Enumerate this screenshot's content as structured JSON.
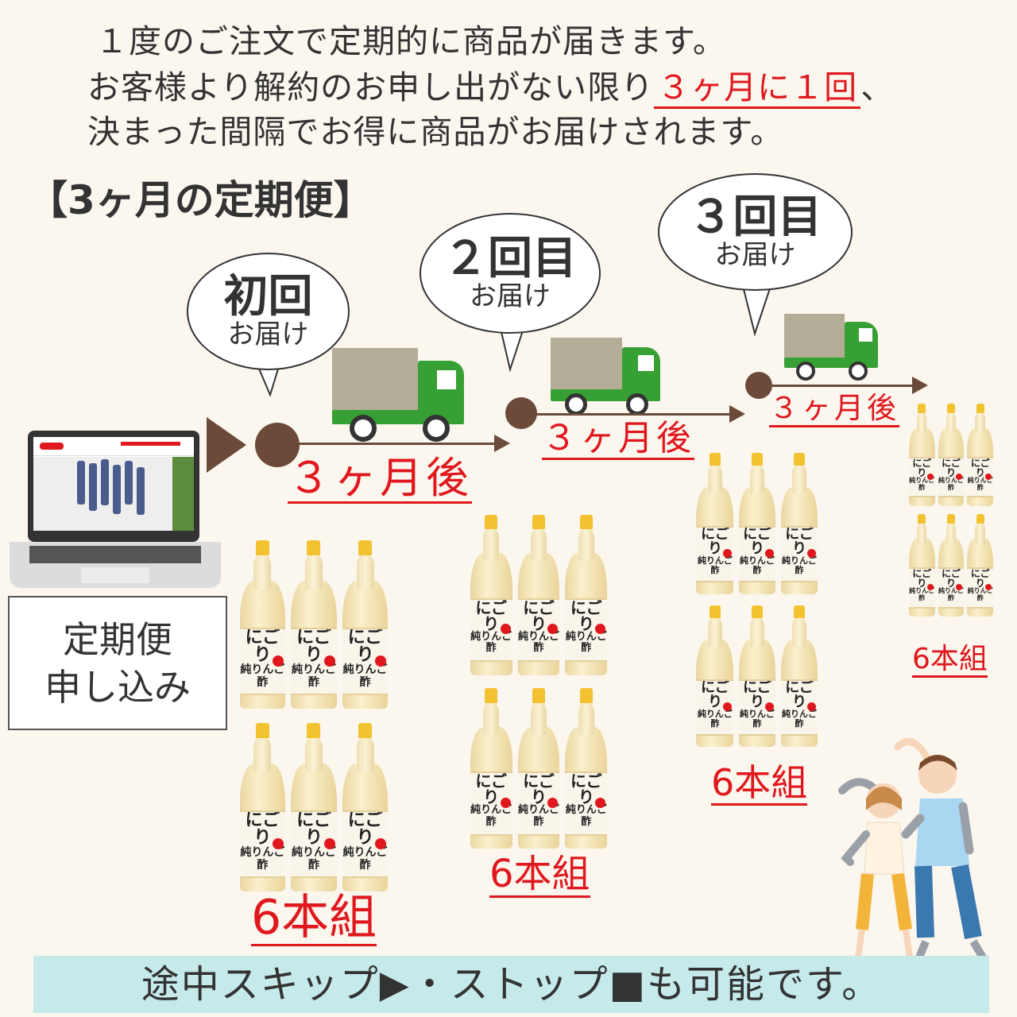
{
  "intro": {
    "line1": "１度のご注文で定期的に商品が届きます。",
    "line2_pre": "お客様より解約のお申し出がない限り",
    "line2_highlight": "３ヶ月に１回",
    "line2_post": "、",
    "line3": "決まった間隔でお得に商品がお届けされます。"
  },
  "heading": "【3ヶ月の定期便】",
  "deliveries": [
    {
      "title": "初回",
      "subtitle": "お届け",
      "interval": "３ヶ月後",
      "set_label": "6本組"
    },
    {
      "title": "２回目",
      "subtitle": "お届け",
      "interval": "３ヶ月後",
      "set_label": "6本組"
    },
    {
      "title": "３回目",
      "subtitle": "お届け",
      "interval": "３ヶ月後",
      "set_label": "6本組"
    },
    {
      "set_label": "6本組"
    }
  ],
  "product": {
    "label_line1": "にごり",
    "label_line2": "純りんご酢",
    "bottles_per_set": 6
  },
  "signup": {
    "line1": "定期便",
    "line2": "申し込み"
  },
  "banner": "途中スキップ▶・ストップ■も可能です。",
  "colors": {
    "accent_red": "#e0181e",
    "timeline_brown": "#6b4a3a",
    "truck_green": "#37a035",
    "banner_bg": "#c6eaea",
    "page_bg": "#fbf6ee"
  }
}
